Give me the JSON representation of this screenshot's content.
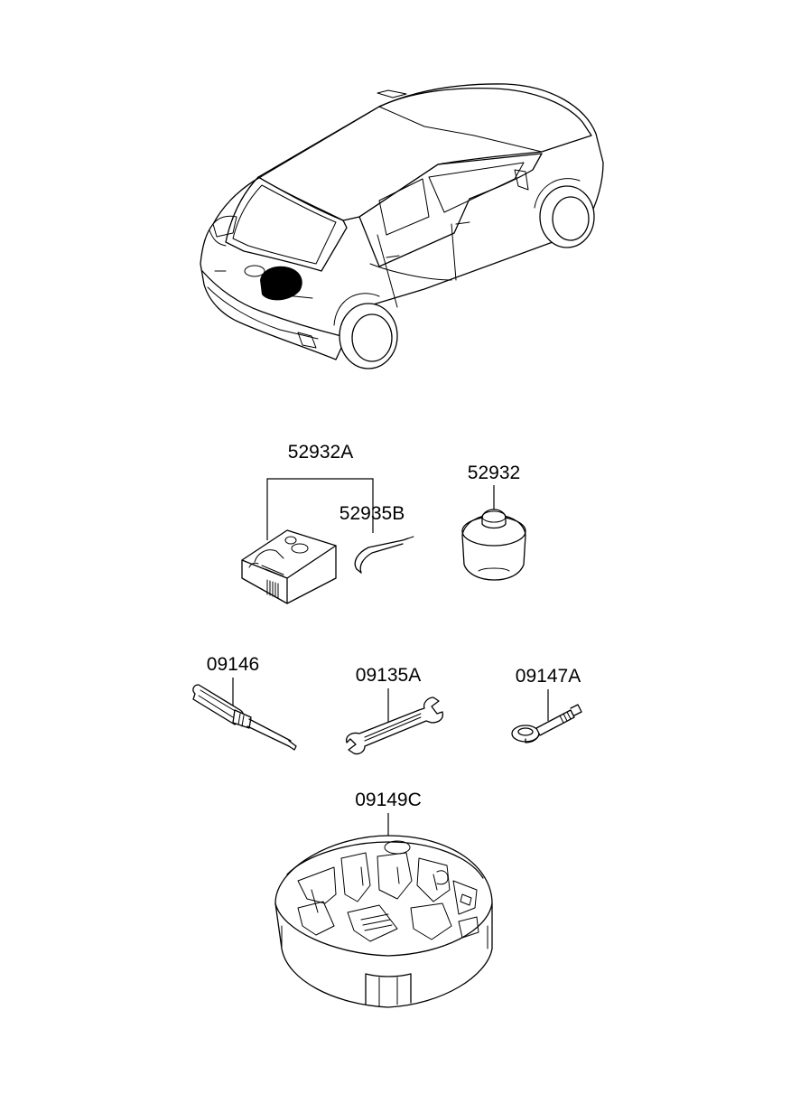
{
  "labels": {
    "jack_assembly": "52932A",
    "jack_handle": "52935B",
    "jack_base": "52932",
    "screwdriver": "09146",
    "spanner": "09135A",
    "tow_hook": "09147A",
    "tool_tray": "09149C"
  },
  "colors": {
    "line": "#000000",
    "background": "#ffffff",
    "highlight": "#000000"
  }
}
